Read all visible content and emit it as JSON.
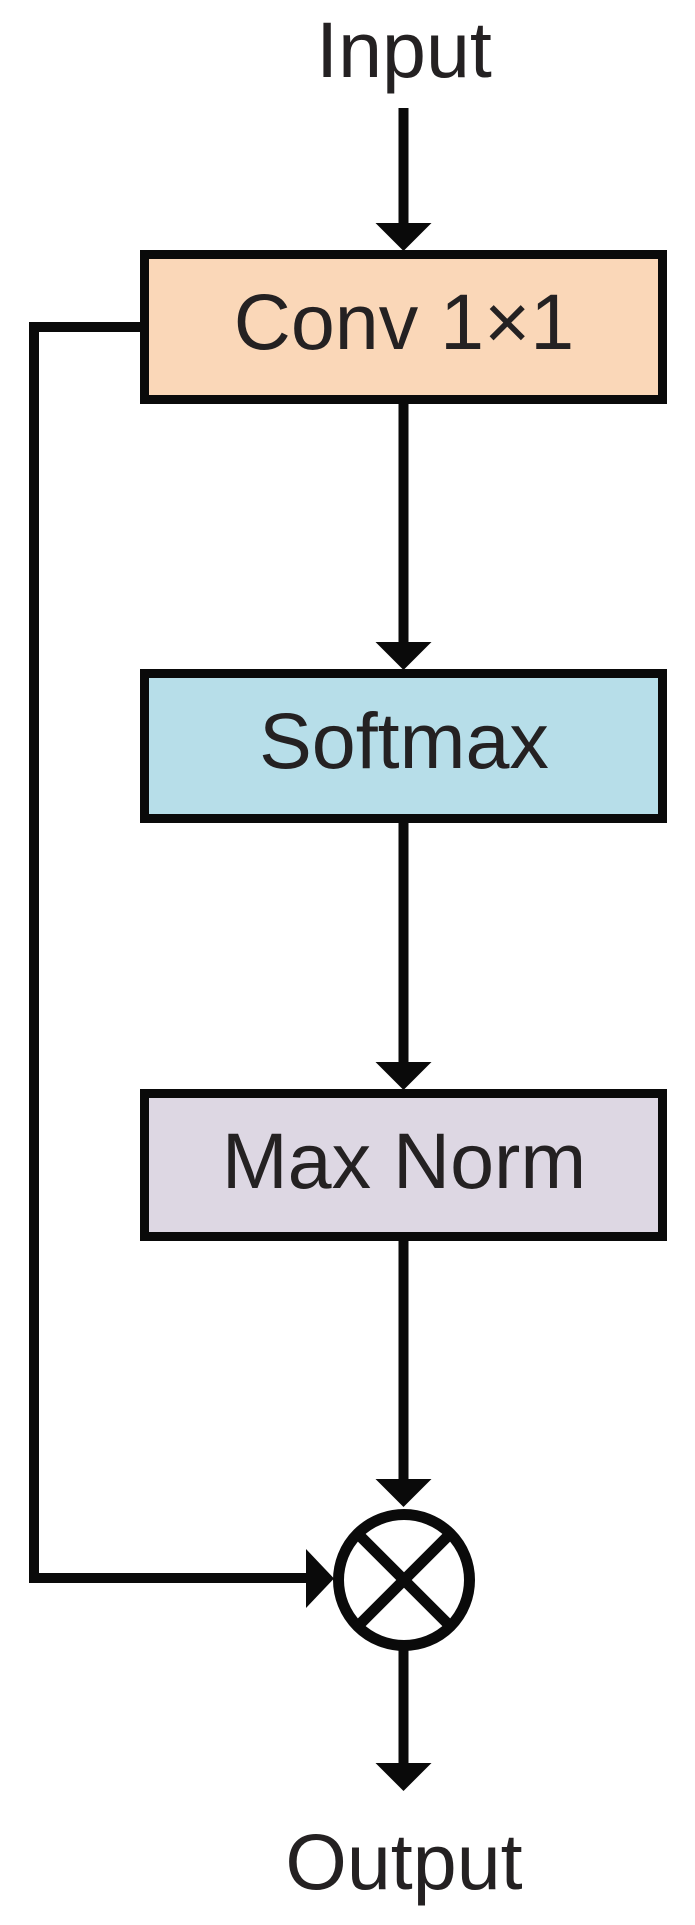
{
  "diagram": {
    "input_label": "Input",
    "output_label": "Output",
    "blocks": [
      {
        "label": "Conv 1×1",
        "fill": "#FAD7B8"
      },
      {
        "label": "Softmax",
        "fill": "#B7DEE9"
      },
      {
        "label": "Max Norm",
        "fill": "#DDD7E3"
      }
    ],
    "operator": {
      "name": "elementwise-multiply",
      "symbol": "⊗"
    },
    "colors": {
      "line": "#0A0A0A",
      "text": "#242122",
      "background": "#FFFFFF"
    }
  }
}
